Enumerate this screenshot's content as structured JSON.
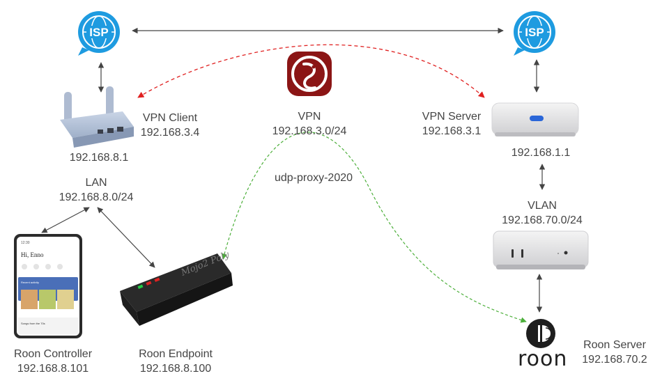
{
  "nodes": {
    "isp_left": {
      "text": "ISP"
    },
    "isp_right": {
      "text": "ISP"
    },
    "vpn_client": {
      "title": "VPN Client",
      "ip": "192.168.3.4"
    },
    "router_ip": "192.168.8.1",
    "lan": {
      "title": "LAN",
      "subnet": "192.168.8.0/24"
    },
    "vpn": {
      "title": "VPN",
      "subnet": "192.168.3.0/24"
    },
    "udp_proxy": "udp-proxy-2020",
    "vpn_server": {
      "title": "VPN Server",
      "ip": "192.168.3.1"
    },
    "gateway_ip": "192.168.1.1",
    "vlan": {
      "title": "VLAN",
      "subnet": "192.168.70.0/24"
    },
    "roon_controller": {
      "title": "Roon Controller",
      "ip": "192.168.8.101"
    },
    "roon_endpoint": {
      "title": "Roon Endpoint",
      "ip": "192.168.8.100"
    },
    "roon_server": {
      "title": "Roon Server",
      "ip": "192.168.70.2"
    },
    "roon_logo_text": "roon",
    "dac_label": "Mojo2 Poly"
  },
  "phone": {
    "time": "12:30",
    "greeting": "Hi, Enno",
    "section": "Recent activity",
    "footer": "Songs from the 70s"
  },
  "colors": {
    "vpn_tunnel": "#e02020",
    "udp_proxy_path": "#4caf3a",
    "connector": "#444444",
    "isp_blue": "#1e9be0"
  }
}
